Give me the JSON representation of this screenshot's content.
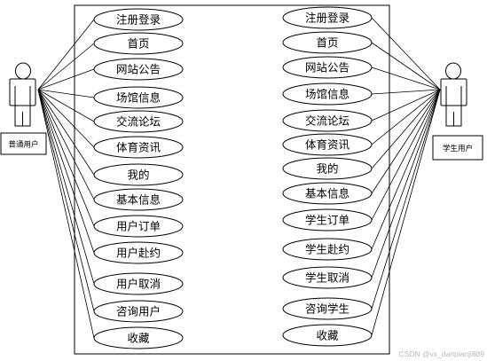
{
  "actors": {
    "left": {
      "label": "普通用户",
      "icon": "user-actor-icon"
    },
    "right": {
      "label": "学生用户",
      "icon": "user-actor-icon"
    }
  },
  "left_use_cases": [
    "注册登录",
    "首页",
    "网站公告",
    "场馆信息",
    "交流论坛",
    "体育资讯",
    "我的",
    "基本信息",
    "用户订单",
    "用户赴约",
    "用户取消",
    "咨询用户",
    "收藏"
  ],
  "right_use_cases": [
    "注册登录",
    "首页",
    "网站公告",
    "场馆信息",
    "交流论坛",
    "体育资讯",
    "我的",
    "基本信息",
    "学生订单",
    "学生赴约",
    "学生取消",
    "咨询学生",
    "收藏"
  ],
  "watermark": "CSDN @vx_danpianji889",
  "colors": {
    "stroke": "#000000",
    "background": "#ffffff",
    "watermark": "#b8b8b8"
  }
}
